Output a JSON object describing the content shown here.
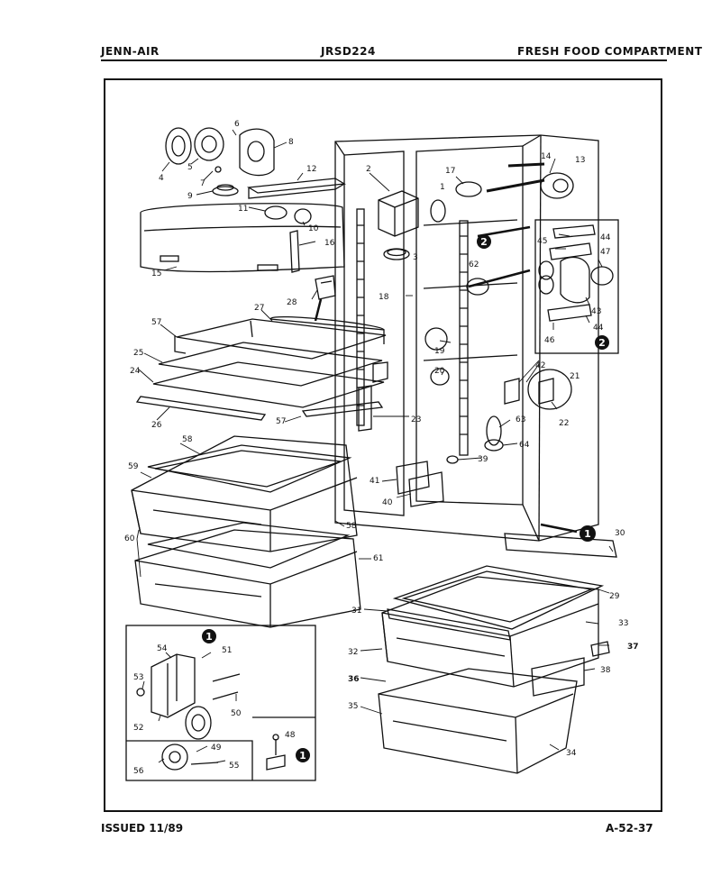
{
  "header": {
    "brand": "JENN-AIR",
    "model": "JRSD224",
    "section": "FRESH FOOD COMPARTMENT"
  },
  "footer": {
    "issued": "ISSUED 11/89",
    "code": "A-52-37"
  },
  "callouts": {
    "one": "1",
    "two": "2"
  },
  "part_labels": {
    "p2": "2",
    "p3": "3",
    "p4": "4",
    "p5": "5",
    "p6": "6",
    "p7": "7",
    "p8": "8",
    "p9": "9",
    "p10": "10",
    "p11": "11",
    "p12": "12",
    "p13": "13",
    "p14": "14",
    "p15": "15",
    "p16": "16",
    "p17": "17",
    "p18": "18",
    "p19": "19",
    "p20": "20",
    "p21": "21",
    "p22": "22",
    "p23": "23",
    "p24": "24",
    "p25": "25",
    "p26": "26",
    "p27": "27",
    "p28": "28",
    "p29": "29",
    "p30": "30",
    "p31": "31",
    "p32": "32",
    "p33": "33",
    "p34": "34",
    "p35": "35",
    "p36": "36",
    "p37": "37",
    "p38": "38",
    "p39": "39",
    "p40": "40",
    "p41": "41",
    "p42": "42",
    "p43": "43",
    "p44a": "44",
    "p44b": "44",
    "p45": "45",
    "p46": "46",
    "p47": "47",
    "p48": "48",
    "p49": "49",
    "p50": "50",
    "p51": "51",
    "p52": "52",
    "p53": "53",
    "p54": "54",
    "p55": "55",
    "p56": "56",
    "p57a": "57",
    "p57b": "57",
    "p58a": "58",
    "p58b": "58",
    "p59": "59",
    "p60": "60",
    "p61": "61",
    "p62": "62",
    "p63": "63",
    "p64": "64",
    "p1": "1"
  }
}
